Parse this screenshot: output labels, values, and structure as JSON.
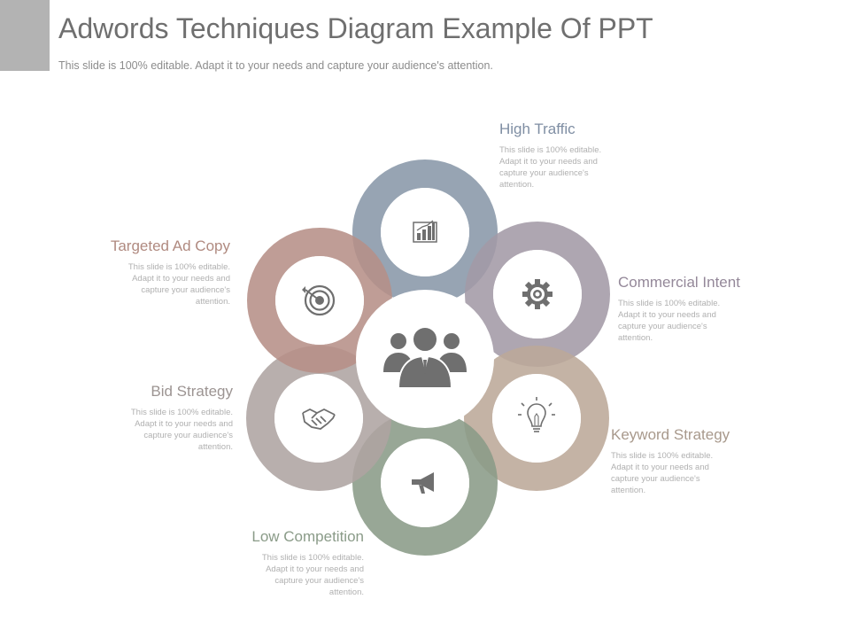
{
  "slide": {
    "title": "Adwords Techniques Diagram Example Of PPT",
    "subtitle": "This slide is 100% editable. Adapt it to your needs and capture your audience's attention."
  },
  "center": {
    "icon": "people-group-icon"
  },
  "items": [
    {
      "heading": "High Traffic",
      "text": "This slide is 100% editable. Adapt it to your needs and capture your audience's attention.",
      "icon": "bar-chart-icon",
      "color": "#8997a9",
      "text_color": "#7f8ea3"
    },
    {
      "heading": "Commercial Intent",
      "text": "This slide is 100% editable. Adapt it to your needs and capture your audience's attention.",
      "icon": "gear-icon",
      "color": "#a39aa6",
      "text_color": "#948899"
    },
    {
      "heading": "Keyword Strategy",
      "text": "This slide is 100% editable. Adapt it to your needs and capture your audience's attention.",
      "icon": "lightbulb-icon",
      "color": "#bca898",
      "text_color": "#a8998c"
    },
    {
      "heading": "Low Competition",
      "text": "This slide is 100% editable. Adapt it to your needs and capture your audience's attention.",
      "icon": "megaphone-icon",
      "color": "#8a9b88",
      "text_color": "#8a9b88"
    },
    {
      "heading": "Bid Strategy",
      "text": "This slide is 100% editable. Adapt it to your needs and capture your audience's attention.",
      "icon": "handshake-icon",
      "color": "#aea4a2",
      "text_color": "#9c9492"
    },
    {
      "heading": "Targeted Ad Copy",
      "text": "This slide is 100% editable. Adapt it to your needs and capture your audience's attention.",
      "icon": "target-icon",
      "color": "#b68f87",
      "text_color": "#b08a80"
    }
  ]
}
